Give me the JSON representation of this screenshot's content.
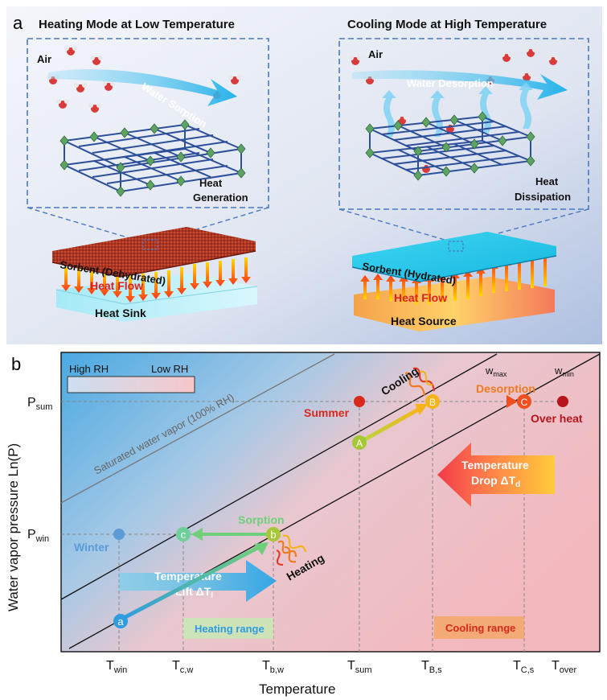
{
  "panel_a": {
    "label": "a",
    "left": {
      "title": "Heating Mode at Low Temperature",
      "air": "Air",
      "process": "Water Sorption",
      "heat_line1": "Heat",
      "heat_line2": "Generation",
      "sorbent": "Sorbent (Dehydrated)",
      "flow": "Heat Flow",
      "base": "Heat Sink"
    },
    "right": {
      "title": "Cooling Mode at High Temperature",
      "air": "Air",
      "process": "Water Desorption",
      "heat_line1": "Heat",
      "heat_line2": "Dissipation",
      "sorbent": "Sorbent (Hydrated)",
      "flow": "Heat Flow",
      "base": "Heat Source"
    }
  },
  "panel_b": {
    "label": "b",
    "legend": {
      "high": "High RH",
      "low": "Low RH"
    },
    "y_axis_title": "Water  vapor pressure Ln(P)",
    "x_axis_title": "Temperature",
    "y_ticks": [
      {
        "main": "P",
        "sub": "sum"
      },
      {
        "main": "P",
        "sub": "win"
      }
    ],
    "x_ticks": [
      {
        "main": "T",
        "sub": "win"
      },
      {
        "main": "T",
        "sub": "c,w"
      },
      {
        "main": "T",
        "sub": "b,w"
      },
      {
        "main": "T",
        "sub": "sum"
      },
      {
        "main": "T",
        "sub": "B,s"
      },
      {
        "main": "T",
        "sub": "C,s"
      },
      {
        "main": "T",
        "sub": "over"
      }
    ],
    "lines": {
      "saturated": "Saturated water vapor (100% RH)",
      "w_max": {
        "main": "w",
        "sub": "max"
      },
      "w_min": {
        "main": "w",
        "sub": "min"
      }
    },
    "points": {
      "a": "a",
      "b": "b",
      "c": "c",
      "A": "A",
      "B": "B",
      "C": "C"
    },
    "labels": {
      "winter": "Winter",
      "summer": "Summer",
      "over_heat": "Over heat",
      "sorption": "Sorption",
      "heating": "Heating",
      "cooling": "Cooling",
      "desorption": "Desorption",
      "temp_lift_1": "Temperature",
      "temp_lift_2": "Lift  ΔT",
      "temp_lift_sub": "l",
      "temp_drop_1": "Temperature",
      "temp_drop_2": "Drop ΔT",
      "temp_drop_sub": "d",
      "heating_range": "Heating range",
      "cooling_range": "Cooling range"
    }
  },
  "colors": {
    "accent_blue": "#2f9be0",
    "accent_red": "#d9281c",
    "heat_orange": "#f07a20",
    "sorption_green": "#6fcf7a",
    "point_yellow": "#f5b41a"
  }
}
